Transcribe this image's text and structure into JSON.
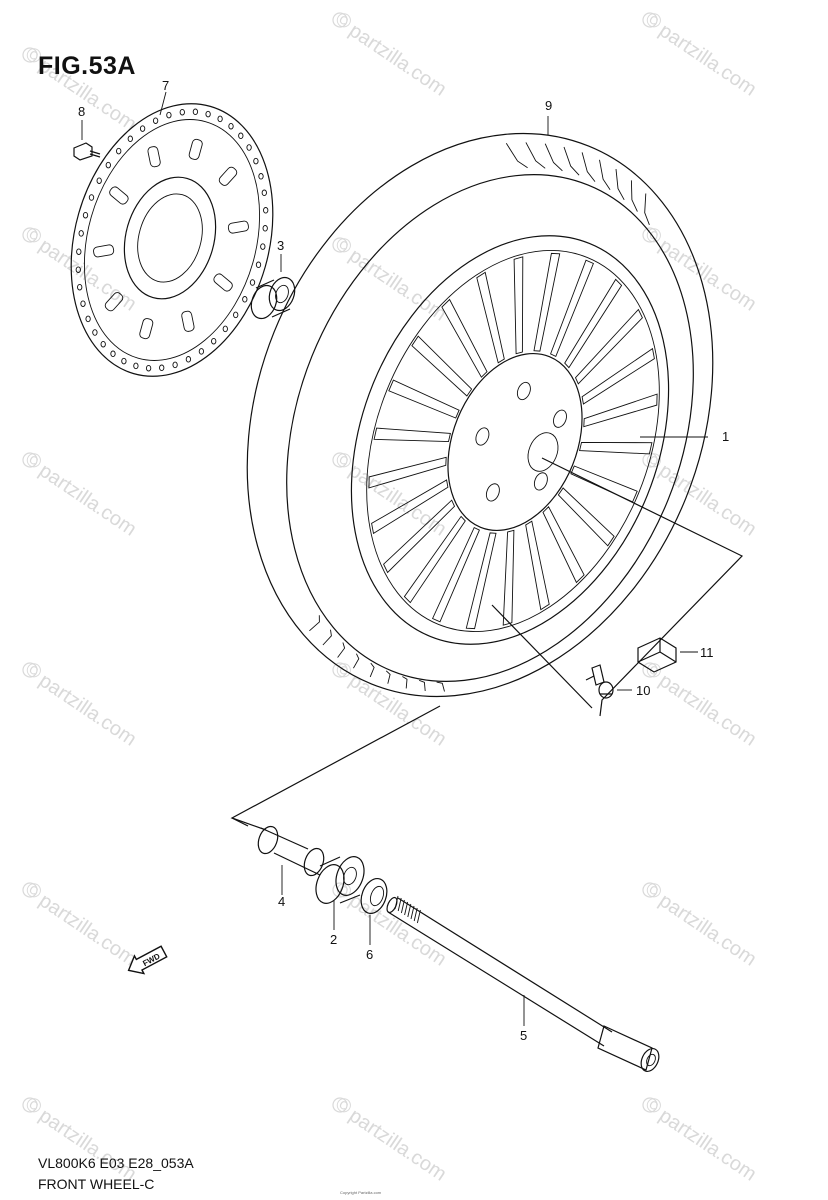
{
  "header": {
    "fig_label": "FIG.53A"
  },
  "footer": {
    "model_code": "VL800K6 E03 E28_053A",
    "diagram_name": "FRONT WHEEL-C",
    "copyright": "Copyright Partzilla.com"
  },
  "watermark": {
    "text": "partzilla.com",
    "symbol": "©"
  },
  "fwd_marker": {
    "text": "FWD"
  },
  "parts": [
    {
      "key": "p1",
      "number": "1"
    },
    {
      "key": "p2",
      "number": "2"
    },
    {
      "key": "p3",
      "number": "3"
    },
    {
      "key": "p4",
      "number": "4"
    },
    {
      "key": "p5",
      "number": "5"
    },
    {
      "key": "p6",
      "number": "6"
    },
    {
      "key": "p7",
      "number": "7"
    },
    {
      "key": "p8",
      "number": "8"
    },
    {
      "key": "p9",
      "number": "9"
    },
    {
      "key": "p10",
      "number": "10"
    },
    {
      "key": "p11",
      "number": "11"
    }
  ]
}
